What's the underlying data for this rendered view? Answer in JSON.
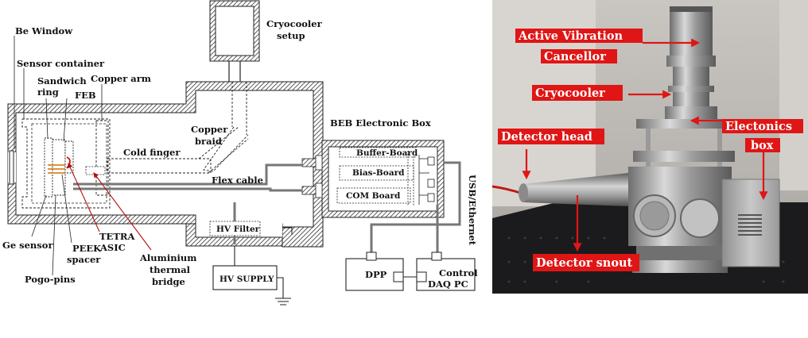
{
  "schematic": {
    "labels": {
      "be_window": "Be Window",
      "sensor_container": "Sensor container",
      "sandwich_ring_1": "Sandwich",
      "sandwich_ring_2": "ring",
      "copper_arm": "Copper arm",
      "feb": "FEB",
      "cryocooler_setup_1": "Cryocooler",
      "cryocooler_setup_2": "setup",
      "copper_braid_1": "Copper",
      "copper_braid_2": "braid",
      "cold_finger": "Cold finger",
      "flex_cable": "Flex cable",
      "beb_box": "BEB Electronic Box",
      "buffer_board": "Buffer-Board",
      "bias_board": "Bias-Board",
      "com_board": "COM Board",
      "usb_ethernet": "USB/Ethernet",
      "hv_filter": "HV Filter",
      "hv_supply": "HV SUPPLY",
      "ge_sensor": "Ge sensor",
      "pogo_pins": "Pogo-pins",
      "peek_spacer_1": "PEEK",
      "peek_spacer_2": "spacer",
      "tetra_asic_1": "TETRA",
      "tetra_asic_2": "ASIC",
      "al_bridge_1": "Aluminium",
      "al_bridge_2": "thermal",
      "al_bridge_3": "bridge",
      "dpp": "DPP",
      "control_1": "Control",
      "control_2": "DAQ PC"
    }
  },
  "photo": {
    "labels": {
      "avc_1": "Active Vibration",
      "avc_2": "Cancellor",
      "cryocooler": "Cryocooler",
      "detector_head": "Detector head",
      "electronics_1": "Electonics",
      "electronics_2": "box",
      "detector_snout": "Detector snout"
    },
    "colors": {
      "label_bg": "#e01515",
      "arrow": "#e01515"
    }
  }
}
